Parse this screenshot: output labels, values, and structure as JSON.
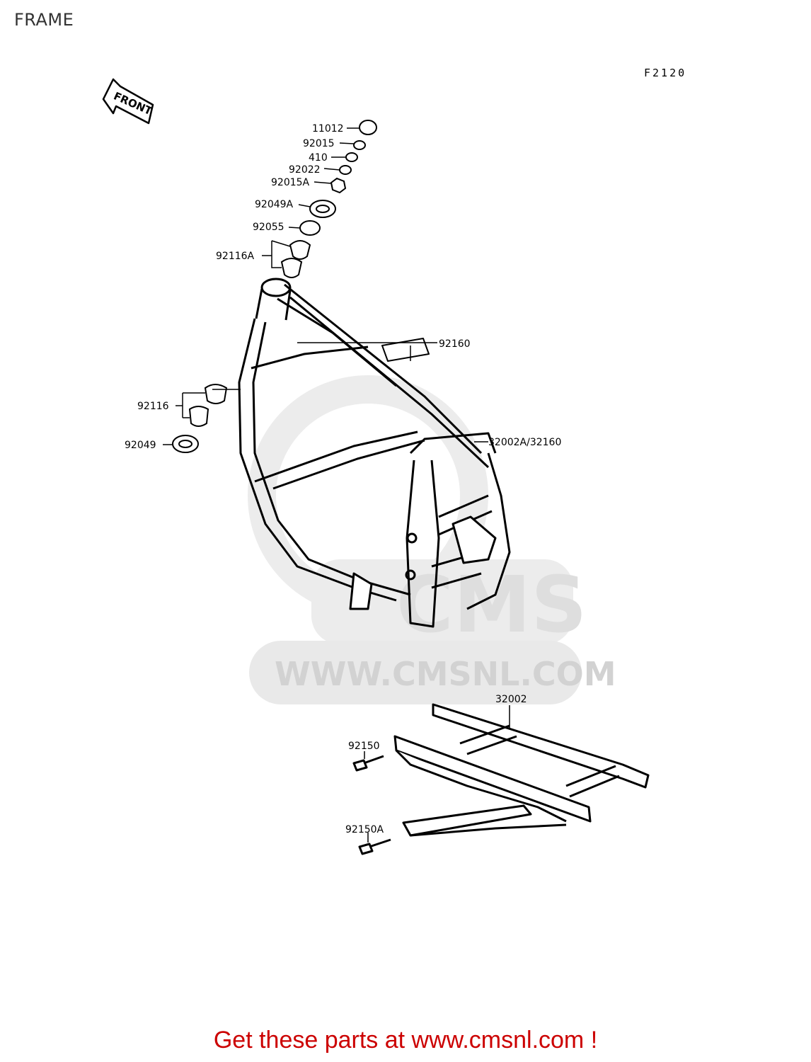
{
  "page": {
    "title": "FRAME",
    "diagram_code": "F2120"
  },
  "front_marker": {
    "label": "FRONT"
  },
  "watermark": {
    "text": "WWW.CMSNL.COM",
    "logo": "CMS"
  },
  "parts": [
    {
      "id": "11012"
    },
    {
      "id": "92015"
    },
    {
      "id": "410"
    },
    {
      "id": "92022"
    },
    {
      "id": "92015A"
    },
    {
      "id": "92049A"
    },
    {
      "id": "92055"
    },
    {
      "id": "92116A"
    },
    {
      "id": "92160"
    },
    {
      "id": "92116"
    },
    {
      "id": "92049"
    },
    {
      "id": "32002A/32160"
    },
    {
      "id": "32002"
    },
    {
      "id": "92150"
    },
    {
      "id": "92150A"
    }
  ],
  "footer": {
    "link_text": "Get these parts at www.cmsnl.com !"
  },
  "colors": {
    "link": "#cc0000",
    "watermark": "#e6e6e6",
    "line": "#000000"
  }
}
